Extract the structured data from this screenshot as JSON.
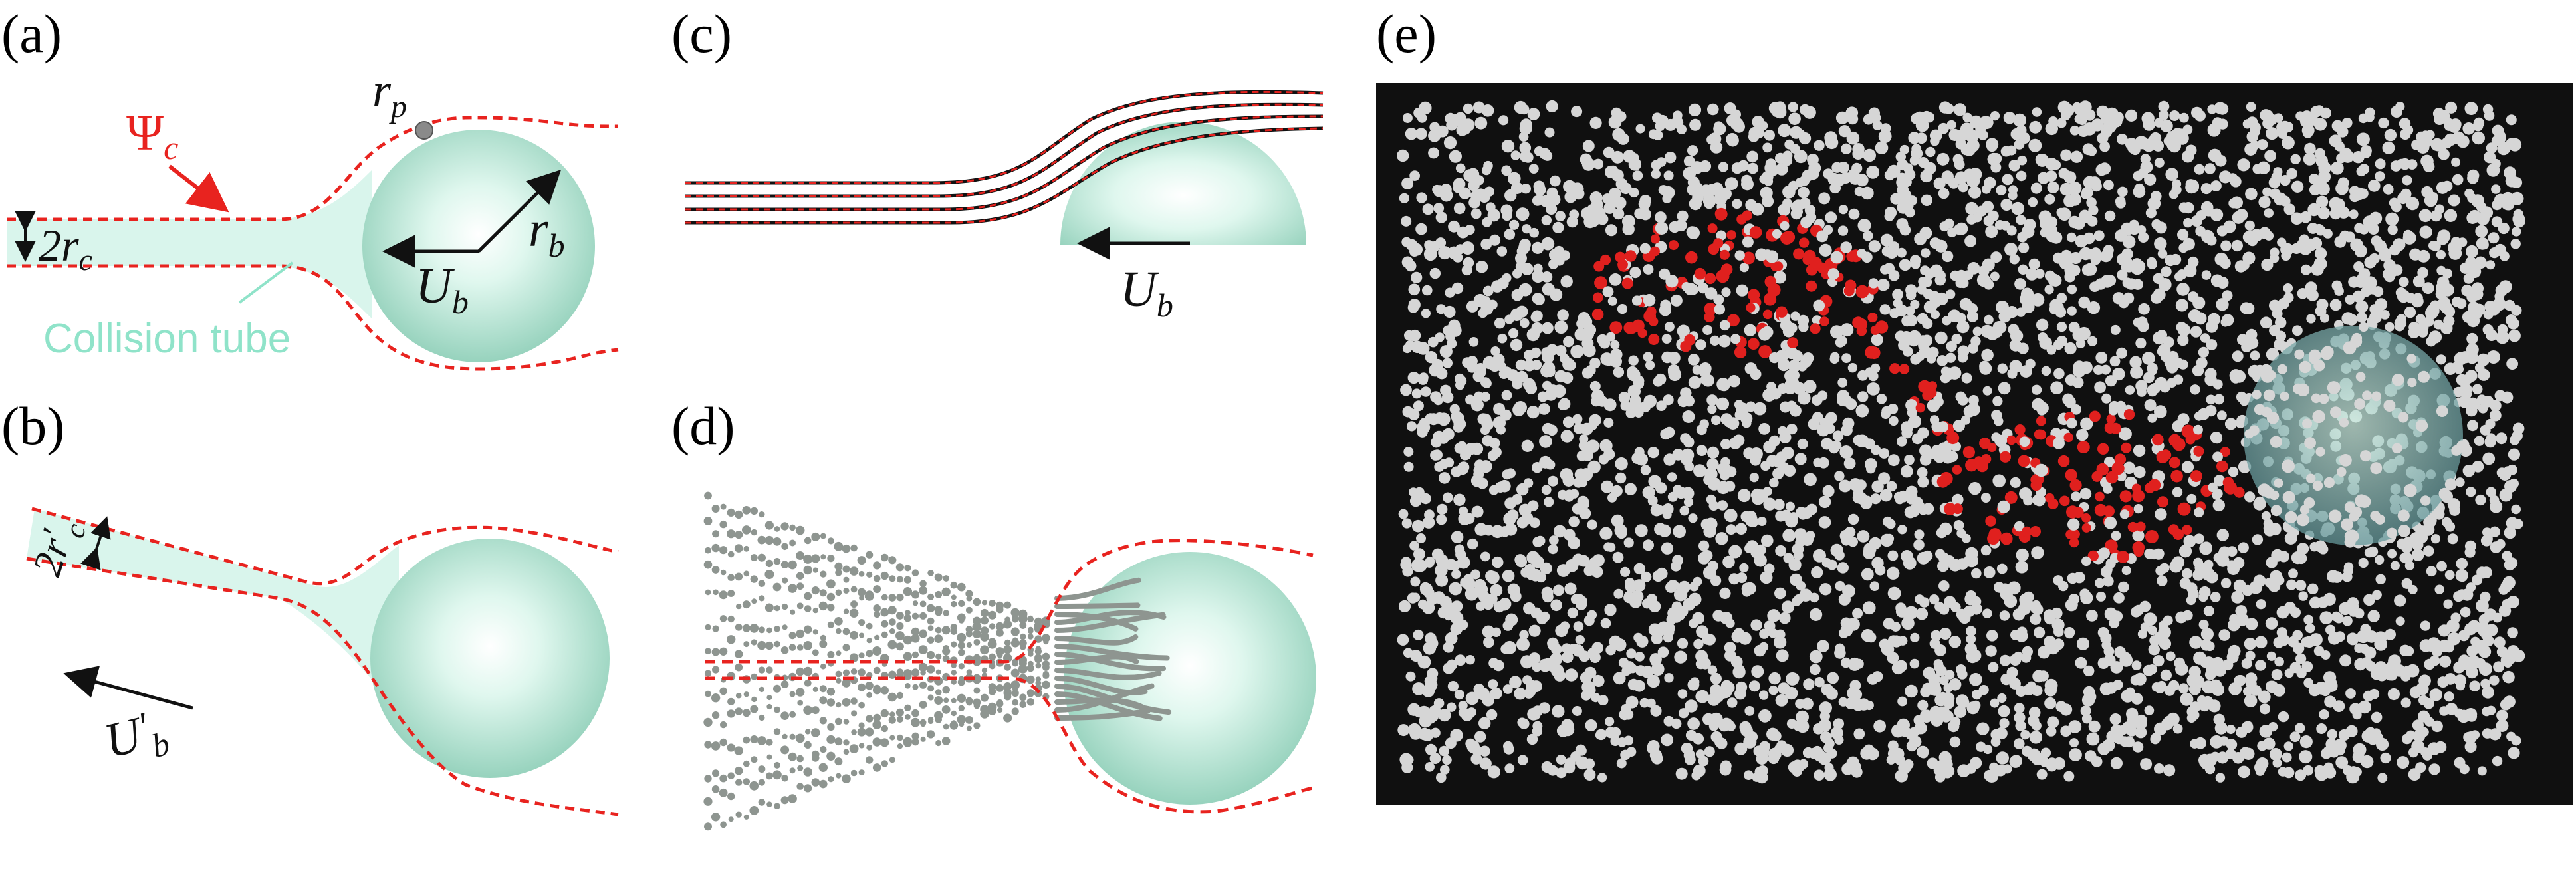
{
  "colors": {
    "bubble_light": "#e3faf2",
    "bubble_dark": "#8fcfb8",
    "tube": "#d9f5ec",
    "red_dash": "#e8231f",
    "label_red": "#e8231f",
    "tube_label": "#8fe3c9",
    "ink": "#111111",
    "particle": "#d2d2d2",
    "particle_red": "#e0201e",
    "panel_e_bg": "#101010"
  },
  "panels": {
    "a": {
      "label": "(a)",
      "psi": "Ψ",
      "psi_sub": "c",
      "rp": "r",
      "rp_sub": "p",
      "rb": "r",
      "rb_sub": "b",
      "ub": "U",
      "ub_sub": "b",
      "diam": "2r",
      "diam_sub": "c",
      "tube_label": "Collision tube"
    },
    "b": {
      "label": "(b)",
      "diam": "2r",
      "diam_prime": "′",
      "diam_sub": "c",
      "ub": "U",
      "ub_prime": "′",
      "ub_sub": "b"
    },
    "c": {
      "label": "(c)",
      "ub": "U",
      "ub_sub": "b"
    },
    "d": {
      "label": "(d)"
    },
    "e": {
      "label": "(e)"
    }
  }
}
